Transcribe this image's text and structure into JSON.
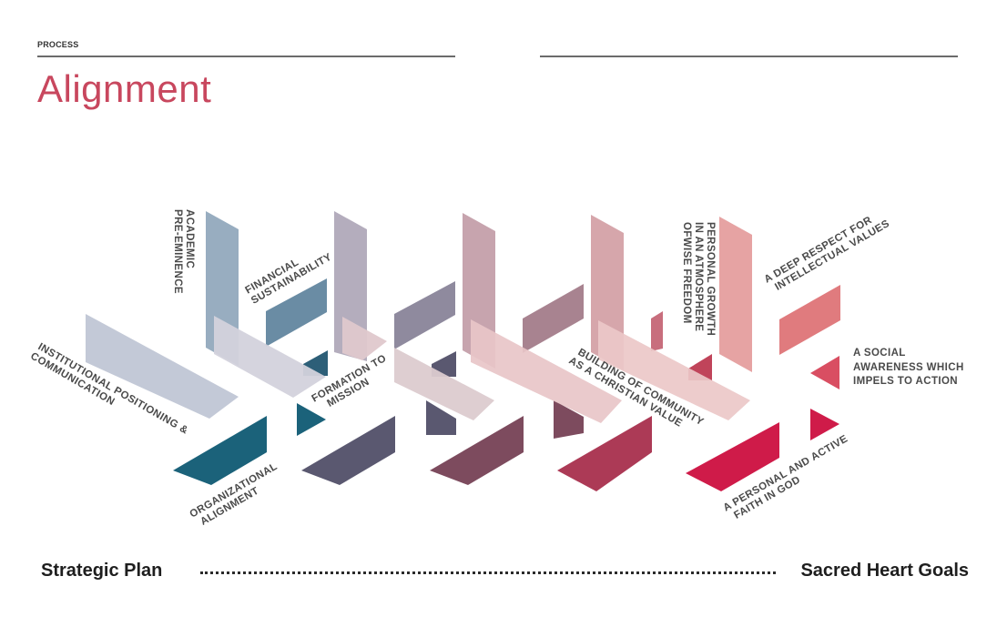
{
  "header": {
    "section_label": "PROCESS",
    "title": "Alignment"
  },
  "labels": {
    "academic": [
      "ACADEMIC",
      "PRE-EMINENCE"
    ],
    "financial": [
      "FINANCIAL",
      "SUSTAINABILITY"
    ],
    "institutional": [
      "INSTITUTIONAL POSITIONING &",
      "COMMUNICATION"
    ],
    "formation": [
      "FORMATION TO",
      "MISSION"
    ],
    "organizational": [
      "ORGANIZATIONAL",
      "ALIGNMENT"
    ],
    "building": [
      "BUILDING OF COMMUNITY",
      "AS A CHRISTIAN VALUE"
    ],
    "personal_growth": [
      "PERSONAL GROWTH",
      "IN AN ATMOSPHERE",
      "OFWISE FREEDOM"
    ],
    "deep_respect": [
      "A DEEP RESPECT FOR",
      "INTELLECTUAL VALUES"
    ],
    "social": [
      "A SOCIAL",
      "AWARENESS WHICH",
      "IMPELS TO ACTION"
    ],
    "faith": [
      "A PERSONAL AND ACTIVE",
      "FAITH IN GOD"
    ]
  },
  "footer": {
    "left": "Strategic Plan",
    "right": "Sacred Heart Goals"
  },
  "colors": {
    "title": "#c8475e",
    "teal_dark": "#1b627a",
    "teal_mid": "#6a8ca4",
    "slate": "#5a5870",
    "plum": "#7d4b5e",
    "raspberry": "#ac3a56",
    "crimson": "#cf1b49",
    "blue_gray": "#98adc0",
    "lavender_gray": "#b4adbd",
    "dusty_rose": "#c7a4ae",
    "pink_light": "#d6a6ab",
    "salmon": "#e6a3a3",
    "coral": "#e07b7e",
    "coral_red": "#d94e62",
    "pale_blue": "#c3c9d7",
    "pale_pink": "#e8c6c8"
  }
}
